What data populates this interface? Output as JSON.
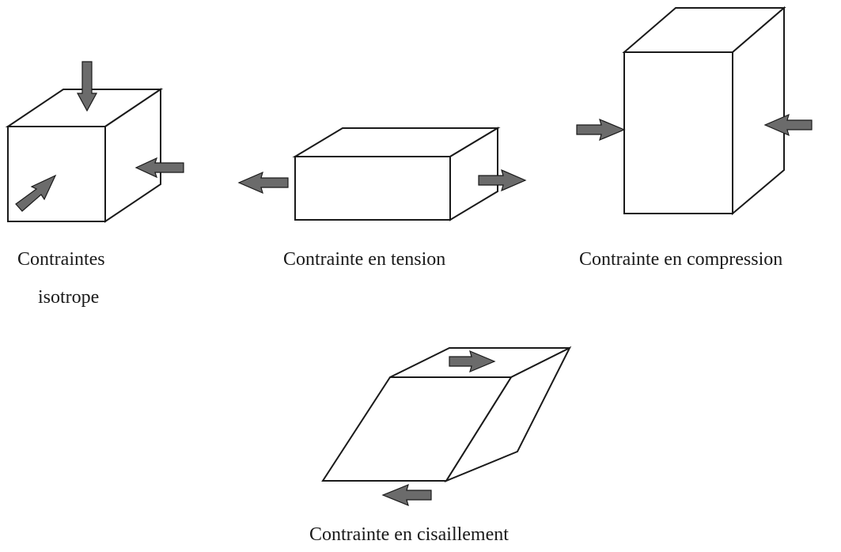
{
  "labels": {
    "isotropic_line1": "Contraintes",
    "isotropic_line2": "isotrope",
    "tension": "Contrainte en tension",
    "compression": "Contrainte en compression",
    "shear": "Contrainte en cisaillement"
  },
  "colors": {
    "outline": "#1a1a1a",
    "arrow_fill": "#6b6b6b",
    "background": "#ffffff"
  }
}
